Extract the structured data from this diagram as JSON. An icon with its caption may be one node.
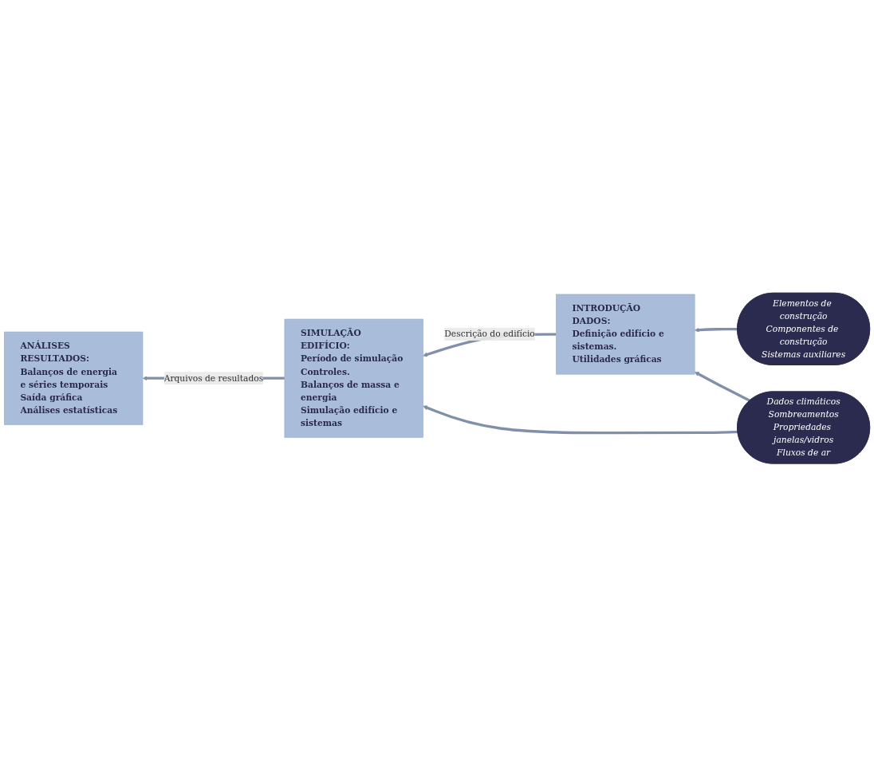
{
  "diagram": {
    "nodes": [
      {
        "text": [
          "INTRODUÇÃO DADOS:",
          "Definição edifício e sistemas.",
          "Utilidades gráficas"
        ]
      },
      {
        "text": [
          "Elementos de construção",
          "Componentes de construção",
          "Sistemas auxiliares"
        ]
      },
      {
        "text": [
          "SIMULAÇÃO EDIFÍCIO:",
          "Período de simulação",
          "Controles.",
          "Balanços de massa e energia",
          "Simulação edifício e sistemas"
        ]
      },
      {
        "text": [
          "Dados climáticos",
          "Sombreamentos",
          "Propriedades janelas/vidros",
          "Fluxos de ar"
        ]
      },
      {
        "text": [
          "ANÁLISES RESULTADOS:",
          "Balanços de energia e séries temporais",
          "Saída gráfica",
          "Análises estatísticas"
        ]
      }
    ],
    "edges": [
      {
        "from": 1,
        "to": 0,
        "arrow": "to"
      },
      {
        "from": 0,
        "to": 2,
        "label": "Descrição do edifício",
        "arrow": "to"
      },
      {
        "from": 3,
        "to": 0,
        "arrow": "to"
      },
      {
        "from": 3,
        "to": 2,
        "arrow": "to"
      },
      {
        "from": 2,
        "to": 4,
        "label": "Arquivos de resultados",
        "arrow": "to"
      }
    ]
  }
}
